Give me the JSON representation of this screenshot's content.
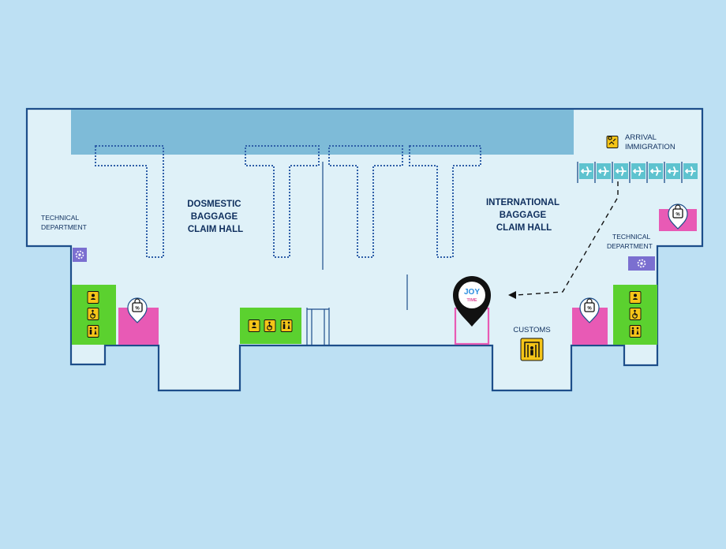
{
  "halls": {
    "domestic": [
      "DOSMESTIC",
      "BAGGAGE",
      "CLAIM HALL"
    ],
    "international": [
      "INTERNATIONAL",
      "BAGGAGE",
      "CLAIM HALL"
    ]
  },
  "arrival_immigration": [
    "ARRIVAL",
    "IMMIGRATION"
  ],
  "technical_left": [
    "TECHNICAL",
    "DEPARTMENT"
  ],
  "technical_right": [
    "TECHNICAL",
    "DEPARTMENT"
  ],
  "customs": "CUSTOMS",
  "joy_marker": {
    "line1": "JOY",
    "line2": "TIME"
  },
  "icons": {
    "shop": "shopping-bag-icon",
    "facilities": [
      "baby-care-icon",
      "wheelchair-icon",
      "restroom-icon"
    ],
    "immigration": "immigration-officer-icon",
    "customs": "customs-gate-icon",
    "gate": "airplane-icon",
    "technical": "gear-icon"
  },
  "colors": {
    "background": "#bde0f3",
    "floor": "#dff1f8",
    "wall": "#1d4e8a",
    "belt_band": "#7ebbd8",
    "facility_green": "#5bd12f",
    "shop_pink": "#e85ab5",
    "tech_purple": "#7b6fd0",
    "icon_yellow": "#f5c518",
    "gate_teal": "#5ec3cf"
  }
}
